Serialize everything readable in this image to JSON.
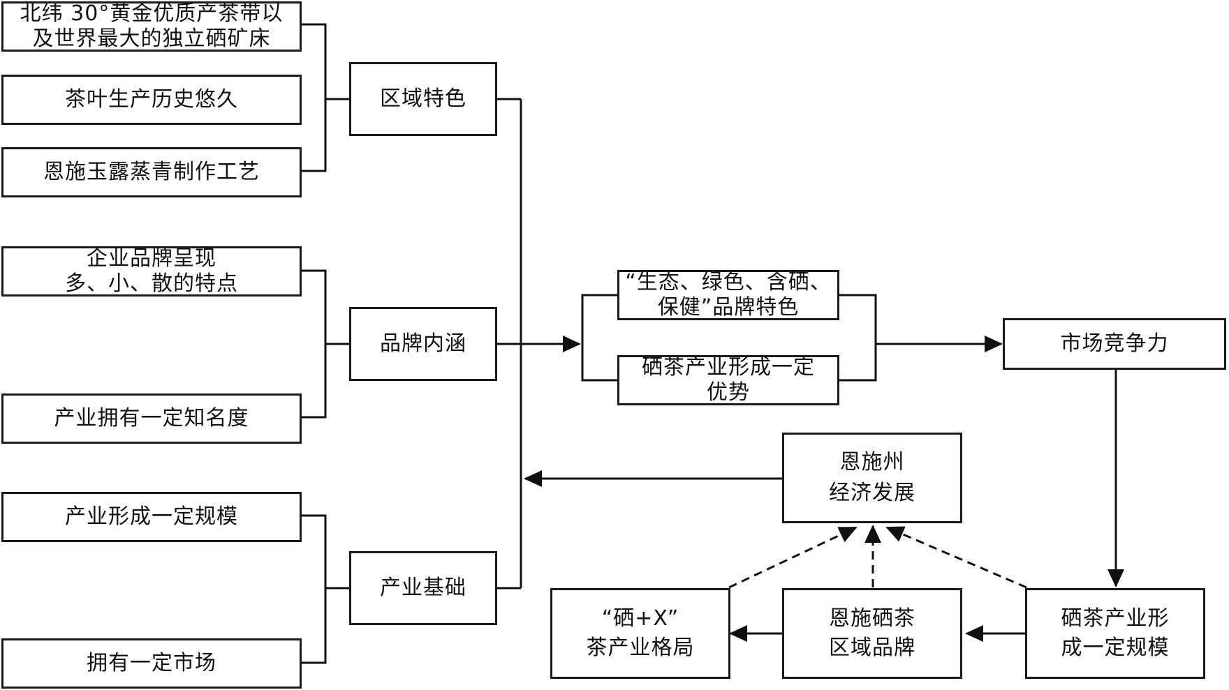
{
  "nodes": {
    "n1": {
      "lines": [
        "北纬 30°黄金优质产茶带以",
        "及世界最大的独立硒矿床"
      ]
    },
    "n2": {
      "lines": [
        "茶叶生产历史悠久"
      ]
    },
    "n3": {
      "lines": [
        "恩施玉露蒸青制作工艺"
      ]
    },
    "n4": {
      "lines": [
        "企业品牌呈现",
        "多、小、散的特点"
      ]
    },
    "n5": {
      "lines": [
        "产业拥有一定知名度"
      ]
    },
    "n6": {
      "lines": [
        "产业形成一定规模"
      ]
    },
    "n7": {
      "lines": [
        "拥有一定市场"
      ]
    },
    "g1": {
      "lines": [
        "区域特色"
      ]
    },
    "g2": {
      "lines": [
        "品牌内涵"
      ]
    },
    "g3": {
      "lines": [
        "产业基础"
      ]
    },
    "m1": {
      "lines": [
        "“生态、绿色、含硒、",
        "保健”品牌特色"
      ]
    },
    "m2": {
      "lines": [
        "硒茶产业形成一定",
        "优势"
      ]
    },
    "mc": {
      "lines": [
        "市场竞争力"
      ]
    },
    "ec": {
      "lines": [
        "恩施州",
        "经济发展"
      ]
    },
    "sc": {
      "lines": [
        "硒茶产业形",
        "成一定规模"
      ]
    },
    "rb": {
      "lines": [
        "恩施硒茶",
        "区域品牌"
      ]
    },
    "sx": {
      "lines": [
        "“硒+X”",
        "茶产业格局"
      ]
    }
  }
}
